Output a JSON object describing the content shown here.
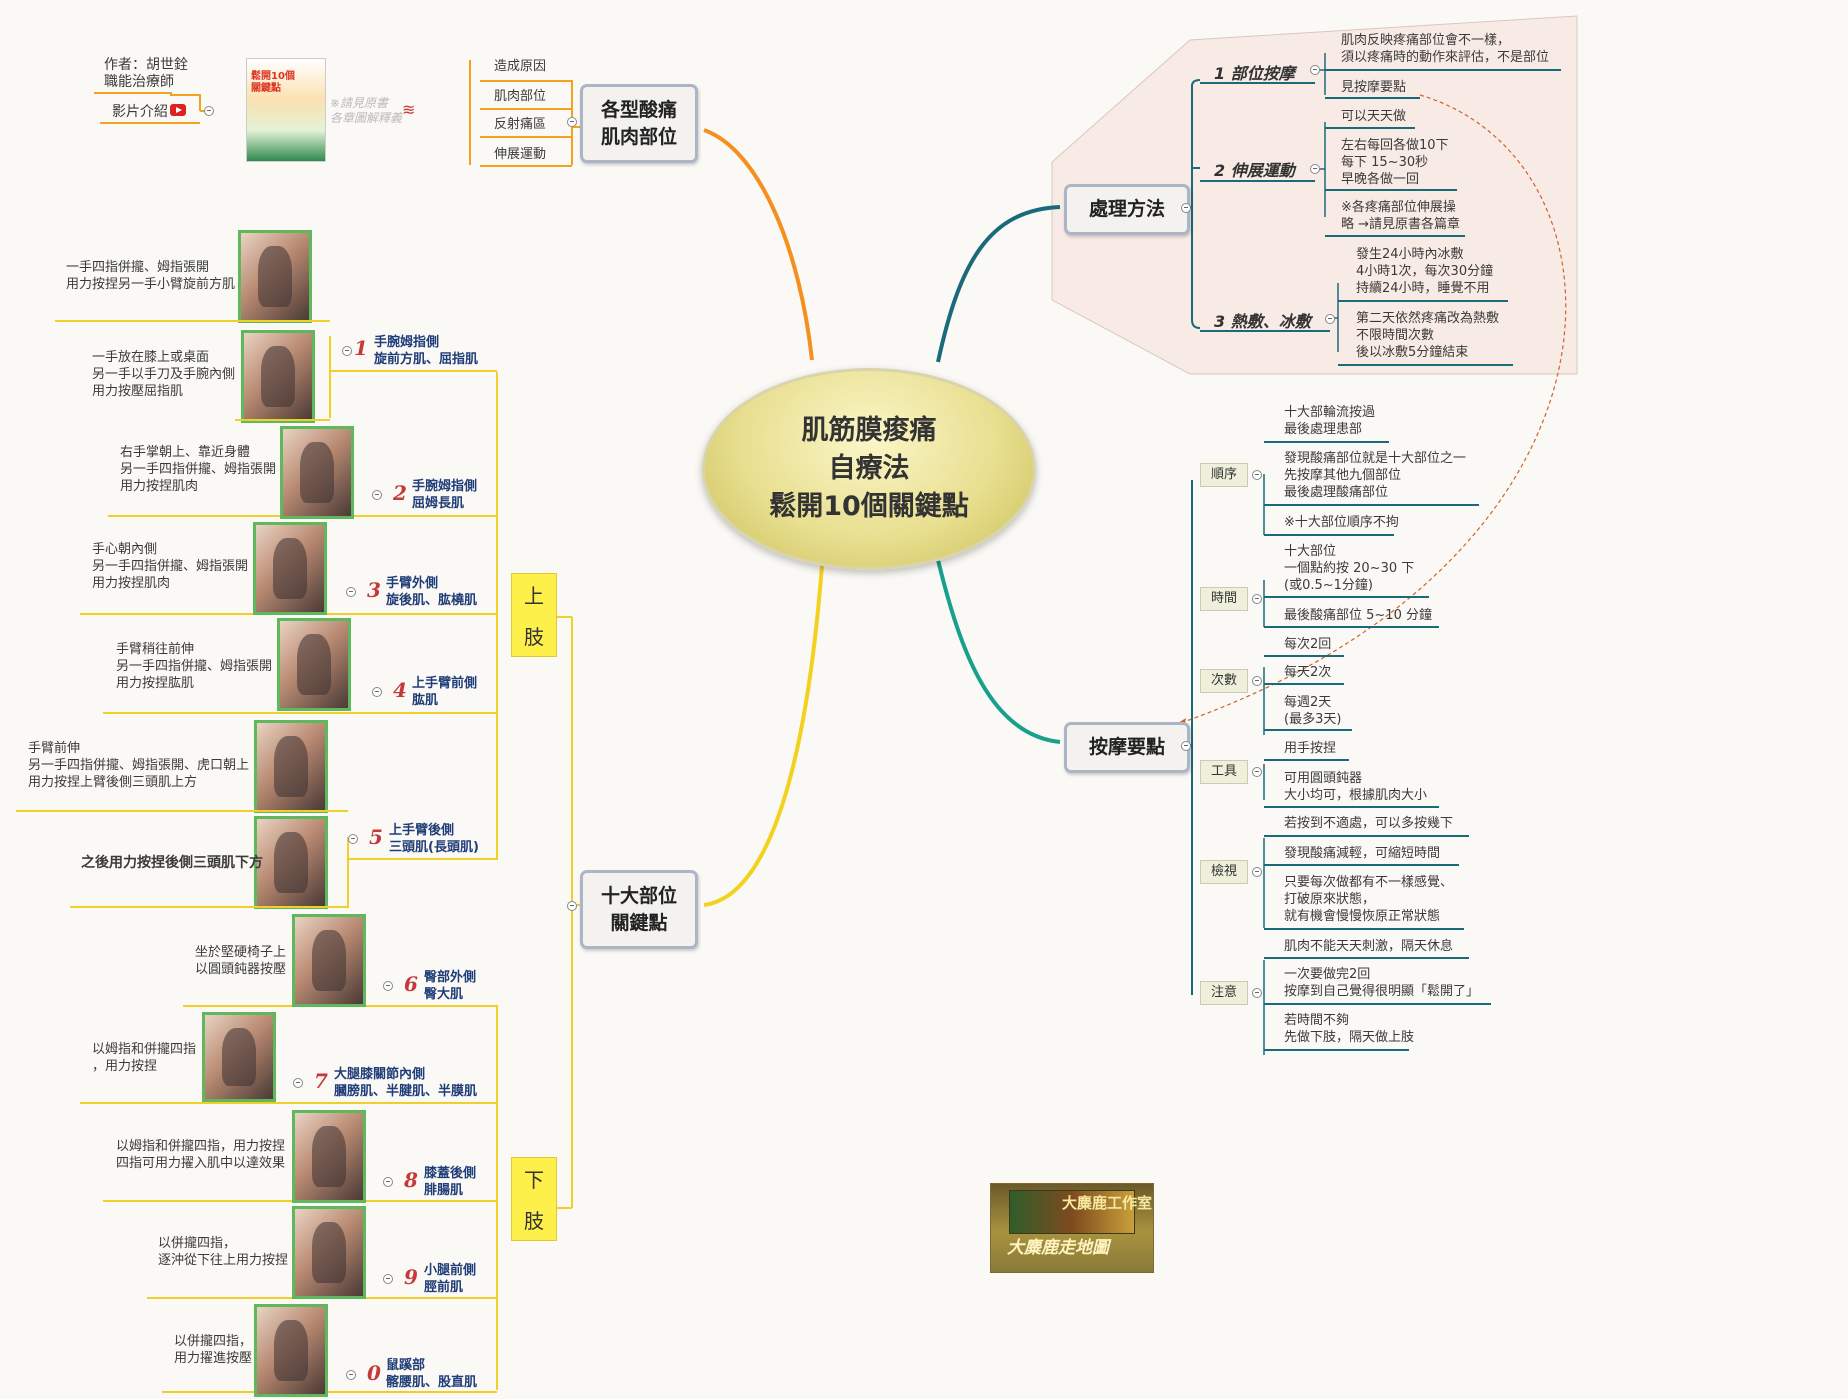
{
  "center": {
    "title": "肌筋膜痠痛\n自療法\n鬆開10個關鍵點"
  },
  "top_left": {
    "author": "作者：胡世銓\n職能治療師",
    "video_label": "影片介紹",
    "book_note": "※請見原書\n各章圖解釋義",
    "book_title": "鬆開10個\n關鍵點"
  },
  "muscle_types": {
    "label": "各型酸痛\n肌肉部位",
    "items": [
      "造成原因",
      "肌肉部位",
      "反射痛區",
      "伸展運動"
    ]
  },
  "treatment": {
    "label": "處理方法",
    "subs": [
      {
        "label": "1 部位按摩",
        "items": [
          "肌肉反映疼痛部位會不一樣，\n須以疼痛時的動作來評估，不是部位",
          "見按摩要點"
        ]
      },
      {
        "label": "2 伸展運動",
        "items": [
          "可以天天做",
          "左右每回各做10下\n每下 15~30秒\n早晚各做一回",
          "※各疼痛部位伸展操\n略 →請見原書各篇章"
        ]
      },
      {
        "label": "3 熱敷、冰敷",
        "items": [
          "發生24小時內冰敷\n4小時1次，每次30分鐘\n持續24小時，睡覺不用",
          "第二天依然疼痛改為熱敷\n不限時間次數\n後以冰敷5分鐘結束"
        ]
      }
    ]
  },
  "massage": {
    "label": "按摩要點",
    "groups": [
      {
        "label": "順序",
        "items": [
          "十大部輪流按過\n最後處理患部",
          "發現酸痛部位就是十大部位之一\n先按摩其他九個部位\n最後處理酸痛部位",
          "※十大部位順序不拘"
        ]
      },
      {
        "label": "時間",
        "items": [
          "十大部位\n一個點約按 20~30 下\n(或0.5~1分鐘)",
          "最後酸痛部位 5~10 分鐘"
        ]
      },
      {
        "label": "次數",
        "items": [
          "每次2回",
          "每天2次",
          "每週2天\n(最多3天)"
        ]
      },
      {
        "label": "工具",
        "items": [
          "用手按捏",
          "可用圓頭鈍器\n大小均可，根據肌肉大小"
        ]
      },
      {
        "label": "檢視",
        "items": [
          "若按到不適處，可以多按幾下",
          "發現酸痛減輕，可縮短時間",
          "只要每次做都有不一樣感覺、\n打破原來狀態，\n就有機會慢慢恢原正常狀態"
        ]
      },
      {
        "label": "注意",
        "items": [
          "肌肉不能天天刺激，隔天休息",
          "一次要做完2回\n按摩到自己覺得很明顯「鬆開了」",
          "若時間不夠\n先做下肢，隔天做上肢"
        ]
      }
    ]
  },
  "ten_points": {
    "label": "十大部位\n關鍵點",
    "upper_label": [
      "上",
      "肢"
    ],
    "lower_label": [
      "下",
      "肢"
    ],
    "points": [
      {
        "num": "1",
        "muscle": "手腕姆指側\n旋前方肌、屈指肌",
        "notes": [
          "一手四指併攏、姆指張開\n用力按捏另一手小臂旋前方肌",
          "一手放在膝上或桌面\n另一手以手刀及手腕內側\n用力按壓屈指肌"
        ]
      },
      {
        "num": "2",
        "muscle": "手腕姆指側\n屈姆長肌",
        "notes": [
          "右手掌朝上、靠近身體\n另一手四指併攏、姆指張開\n用力按捏肌肉"
        ]
      },
      {
        "num": "3",
        "muscle": "手臂外側\n旋後肌、肱橈肌",
        "notes": [
          "手心朝內側\n另一手四指併攏、姆指張開\n用力按捏肌肉"
        ]
      },
      {
        "num": "4",
        "muscle": "上手臂前側\n肱肌",
        "notes": [
          "手臂稍往前伸\n另一手四指併攏、姆指張開\n用力按捏肱肌"
        ]
      },
      {
        "num": "5",
        "muscle": "上手臂後側\n三頭肌(長頭肌)",
        "notes": [
          "手臂前伸\n另一手四指併攏、姆指張開、虎口朝上\n用力按捏上臂後側三頭肌上方",
          "之後用力按捏後側三頭肌下方"
        ]
      },
      {
        "num": "6",
        "muscle": "臀部外側\n臀大肌",
        "notes": [
          "坐於堅硬椅子上\n以圓頭鈍器按壓"
        ]
      },
      {
        "num": "7",
        "muscle": "大腿膝關節內側\n膕膀肌、半腱肌、半膜肌",
        "notes": [
          "以姆指和併攏四指\n，用力按捏"
        ]
      },
      {
        "num": "8",
        "muscle": "膝蓋後側\n腓腸肌",
        "notes": [
          "以姆指和併攏四指，用力按捏\n四指可用力擢入肌中以達效果"
        ]
      },
      {
        "num": "9",
        "muscle": "小腿前側\n脛前肌",
        "notes": [
          "以併攏四指，\n逐沖從下往上用力按捏"
        ]
      },
      {
        "num": "0",
        "muscle": "鼠蹊部\n髂腰肌、股直肌",
        "notes": [
          "以併攏四指，\n用力擢進按壓"
        ]
      }
    ]
  },
  "logo": {
    "line1": "大麋鹿工作室",
    "line2": "大麋鹿走地圖"
  },
  "colors": {
    "teal": "#1a6b7a",
    "orange": "#f3a21f",
    "yellow": "#f0cf2a",
    "green_photo": "#5fb85b",
    "center": "#e8df90"
  }
}
